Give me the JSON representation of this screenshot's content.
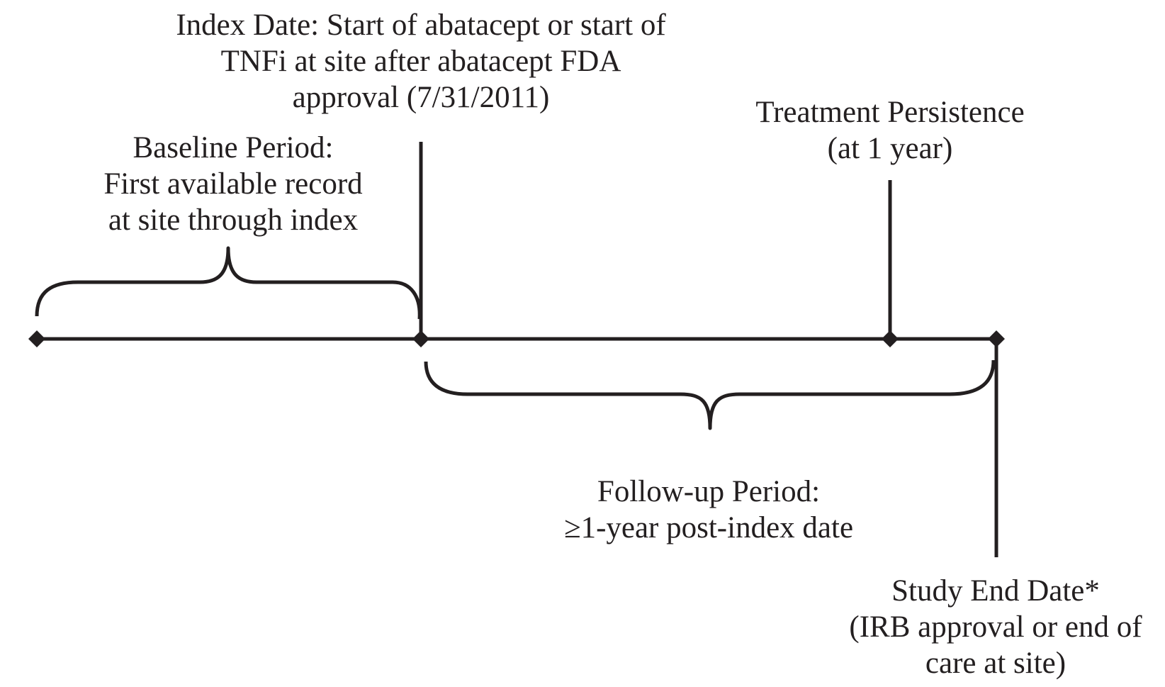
{
  "colors": {
    "ink": "#231f20",
    "background": "#ffffff"
  },
  "labels": {
    "index_date": [
      "Index Date: Start of abatacept or start of",
      "TNFi at site after abatacept FDA",
      "approval (7/31/2011)"
    ],
    "baseline_period": [
      "Baseline Period:",
      "First available record",
      "at site through index"
    ],
    "treatment_persistence": [
      "Treatment Persistence",
      "(at 1 year)"
    ],
    "follow_up_period": [
      "Follow-up Period:",
      "≥1-year post-index date"
    ],
    "study_end_date": [
      "Study End Date*",
      "(IRB approval or end of",
      "care at site)"
    ]
  }
}
